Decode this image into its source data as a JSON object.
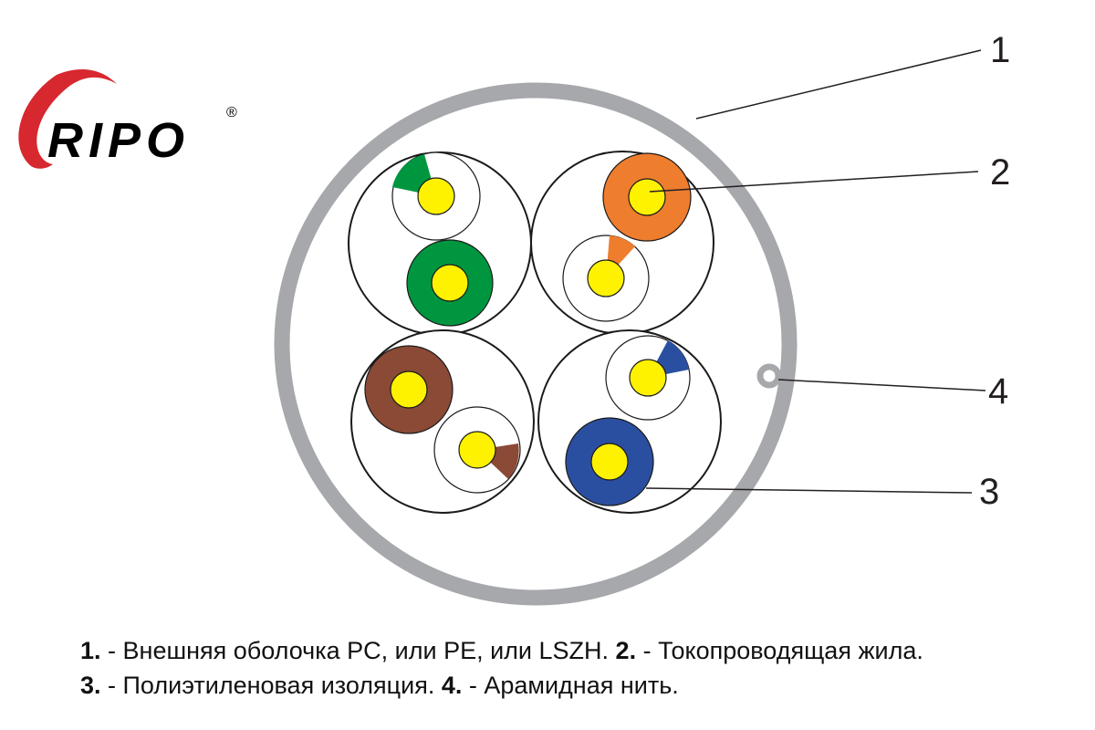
{
  "logo": {
    "text": "RIPO",
    "registered": "®",
    "colors": {
      "swoosh": "#d7282f",
      "text": "#000000"
    }
  },
  "callouts": [
    {
      "number": "1"
    },
    {
      "number": "2"
    },
    {
      "number": "3"
    },
    {
      "number": "4"
    }
  ],
  "cable": {
    "sheath_color": "#a6a8ab",
    "conductor_color": "#fff200",
    "pairs": [
      {
        "solid_color": "#00963f",
        "stripe_color": "#00963f"
      },
      {
        "solid_color": "#ee7d2e",
        "stripe_color": "#ee7d2e"
      },
      {
        "solid_color": "#8a4a36",
        "stripe_color": "#8a4a36"
      },
      {
        "solid_color": "#2b4fa0",
        "stripe_color": "#2b4fa0"
      }
    ]
  },
  "legend": {
    "line1": [
      {
        "num": "1.",
        "text": " - Внешняя оболочка PC, или PE, или LSZH. "
      },
      {
        "num": "2.",
        "text": " - Токопроводящая жила."
      }
    ],
    "line2": [
      {
        "num": "3.",
        "text": " - Полиэтиленовая изоляция. "
      },
      {
        "num": "4.",
        "text": " - Арамидная нить."
      }
    ]
  }
}
